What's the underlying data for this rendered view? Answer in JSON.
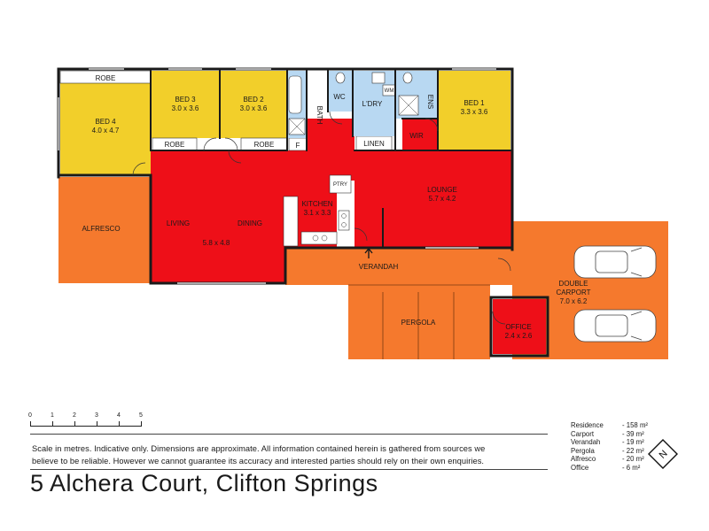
{
  "rooms": {
    "robe_bed4": "ROBE",
    "bed4": {
      "name": "BED 4",
      "dims": "4.0 x 4.7"
    },
    "bed3": {
      "name": "BED 3",
      "dims": "3.0 x 3.6"
    },
    "bed2": {
      "name": "BED 2",
      "dims": "3.0 x 3.6"
    },
    "robe_bed3": "ROBE",
    "robe_bed2": "ROBE",
    "bath": "BATH",
    "f": "F",
    "wc": "WC",
    "ldry": "L'DRY",
    "wm": "WM",
    "linen": "LINEN",
    "ens": "ENS",
    "wir": "WIR",
    "bed1": {
      "name": "BED 1",
      "dims": "3.3 x 3.6"
    },
    "ptry": "PTRY",
    "kitchen": {
      "name": "KITCHEN",
      "dims": "3.1 x 3.3"
    },
    "lounge": {
      "name": "LOUNGE",
      "dims": "5.7 x 4.2"
    },
    "alfresco": "ALFRESCO",
    "living": "LIVING",
    "dining": "DINING",
    "living_dims": "5.8 x 4.8",
    "verandah": "VERANDAH",
    "pergola": "PERGOLA",
    "office": {
      "name": "OFFICE",
      "dims": "2.4 x 2.6"
    },
    "carport": {
      "line1": "DOUBLE",
      "line2": "CARPORT",
      "dims": "7.0 x 6.2"
    }
  },
  "scale": {
    "ticks": [
      "0",
      "1",
      "2",
      "3",
      "4",
      "5"
    ]
  },
  "disclaimer": {
    "line1": "Scale in metres. Indicative only. Dimensions are approximate.  All information contained herein is gathered from sources we",
    "line2": "believe to be reliable. However we cannot guarantee its accuracy and interested parties should rely on their own enquiries."
  },
  "address": "5 Alchera Court, Clifton Springs",
  "areas": [
    {
      "name": "Residence",
      "value": "- 158 m²"
    },
    {
      "name": "Carport",
      "value": "- 39 m²"
    },
    {
      "name": "Verandah",
      "value": "- 19 m²"
    },
    {
      "name": "Pergola",
      "value": "- 22 m²"
    },
    {
      "name": "Alfresco",
      "value": "- 20 m²"
    },
    {
      "name": "Office",
      "value": "- 6 m²"
    }
  ],
  "compass_label": "N",
  "colors": {
    "living_zone": "#ee0f18",
    "bedrooms": "#f2cf2a",
    "wet_areas": "#b8d8f2",
    "outdoor": "#f5792d",
    "walls": "#1a1a1a"
  }
}
